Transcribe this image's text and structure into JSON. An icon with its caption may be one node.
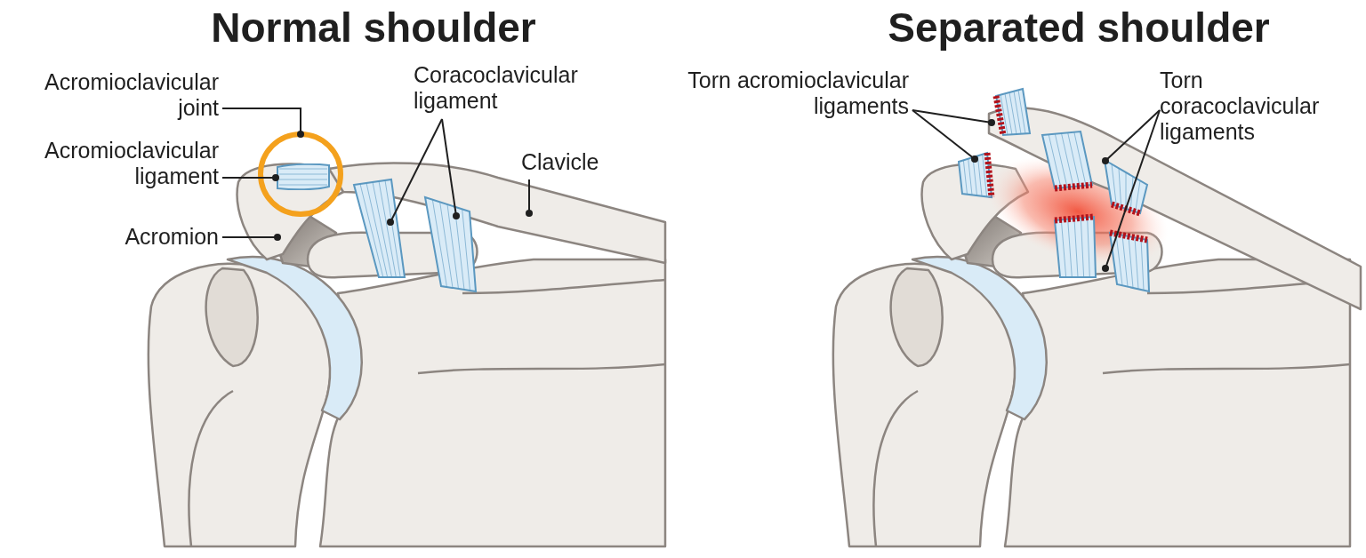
{
  "diagram": {
    "nodes": [
      {
        "text": [
          "Acromioclavicular joint"
        ]
      },
      {
        "text": [],
        "shape": "circle"
      },
      {
        "text": [],
        "shape": "picture"
      },
      {
        "text": [
          "Acromioclavicular ligament"
        ]
      },
      {
        "text": [
          "Acromion"
        ]
      },
      {
        "text": [
          "Coracoclavicular ligament"
        ]
      },
      {
        "text": [
          "Clavicle"
        ]
      },
      {
        "text": [
          "Torn acromioclavicular ligaments"
        ]
      },
      {
        "text": [
          "Torn coracoclavicular ligaments"
        ]
      },
      {
        "text": [],
        "shape": "picture"
      }
    ],
    "edges": [
      {
        "from": 0,
        "to": 1,
        "arrow": "other"
      },
      {
        "from": 3,
        "to": 2,
        "arrow": "other"
      },
      {
        "from": 4,
        "to": 9,
        "arrow": "other"
      },
      {
        "from": 5,
        "to": null,
        "arrow": "other"
      },
      {
        "from": 5,
        "to": null,
        "arrow": "other"
      },
      {
        "from": 6,
        "to": null,
        "arrow": "other"
      },
      {
        "from": 7,
        "to": null,
        "arrow": "other"
      },
      {
        "from": 7,
        "to": null,
        "arrow": "other"
      },
      {
        "from": 8,
        "to": null,
        "arrow": "other"
      },
      {
        "from": 8,
        "to": null,
        "arrow": "other"
      }
    ],
    "labels": [
      "Normal shoulder",
      "Separated shoulder"
    ]
  }
}
